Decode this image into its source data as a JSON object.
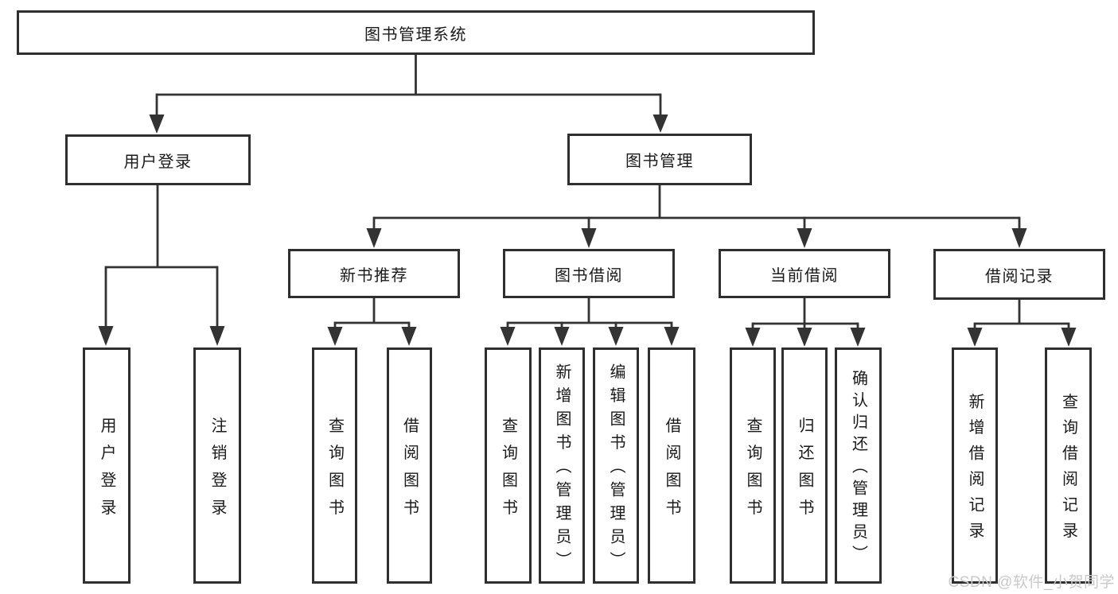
{
  "diagram": {
    "root": {
      "label": "图书管理系统"
    },
    "branches": [
      {
        "label": "用户登录",
        "children": [
          {
            "label": "用户登录"
          },
          {
            "label": "注销登录"
          }
        ]
      },
      {
        "label": "图书管理",
        "children": [
          {
            "label": "新书推荐",
            "children": [
              {
                "label": "查询图书"
              },
              {
                "label": "借阅图书"
              }
            ]
          },
          {
            "label": "图书借阅",
            "children": [
              {
                "label": "查询图书"
              },
              {
                "label": "新增图书（管理员）"
              },
              {
                "label": "编辑图书（管理员）"
              },
              {
                "label": "借阅图书"
              }
            ]
          },
          {
            "label": "当前借阅",
            "children": [
              {
                "label": "查询图书"
              },
              {
                "label": "归还图书"
              },
              {
                "label": "确认归还（管理员）"
              }
            ]
          },
          {
            "label": "借阅记录",
            "children": [
              {
                "label": "新增借阅记录"
              },
              {
                "label": "查询借阅记录"
              }
            ]
          }
        ]
      }
    ]
  },
  "watermark": {
    "text": "CSDN @软件_小贺同学"
  },
  "colors": {
    "line": "#333333",
    "box_border": "#2f2f2f",
    "box_fill": "#ffffff",
    "text": "#1a1a1a",
    "watermark": "#c9c9c9",
    "background": "#ffffff"
  }
}
